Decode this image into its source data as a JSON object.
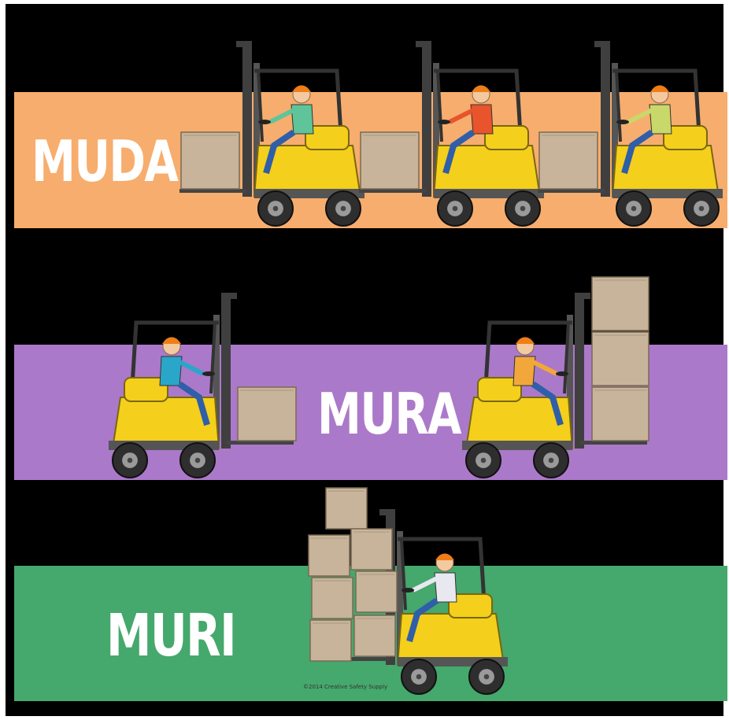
{
  "bands": {
    "muda": {
      "label": "MUDA",
      "color": "#f7ad6d"
    },
    "mura": {
      "label": "MURA",
      "color": "#ab79c9"
    },
    "muri": {
      "label": "MURI",
      "color": "#45a86c"
    }
  },
  "copyright": "©2014 Creative Safety Supply",
  "colors": {
    "background": "#000000",
    "forklift_body": "#f4cf1c",
    "forklift_mast": "#3f3f3f",
    "box": "#c7b49a",
    "hard_hat": "#f07d17",
    "shirts": [
      "#5fc49a",
      "#e8542b",
      "#c9d86a",
      "#2aa6c9",
      "#f2a73a",
      "#e8e8f0"
    ]
  }
}
